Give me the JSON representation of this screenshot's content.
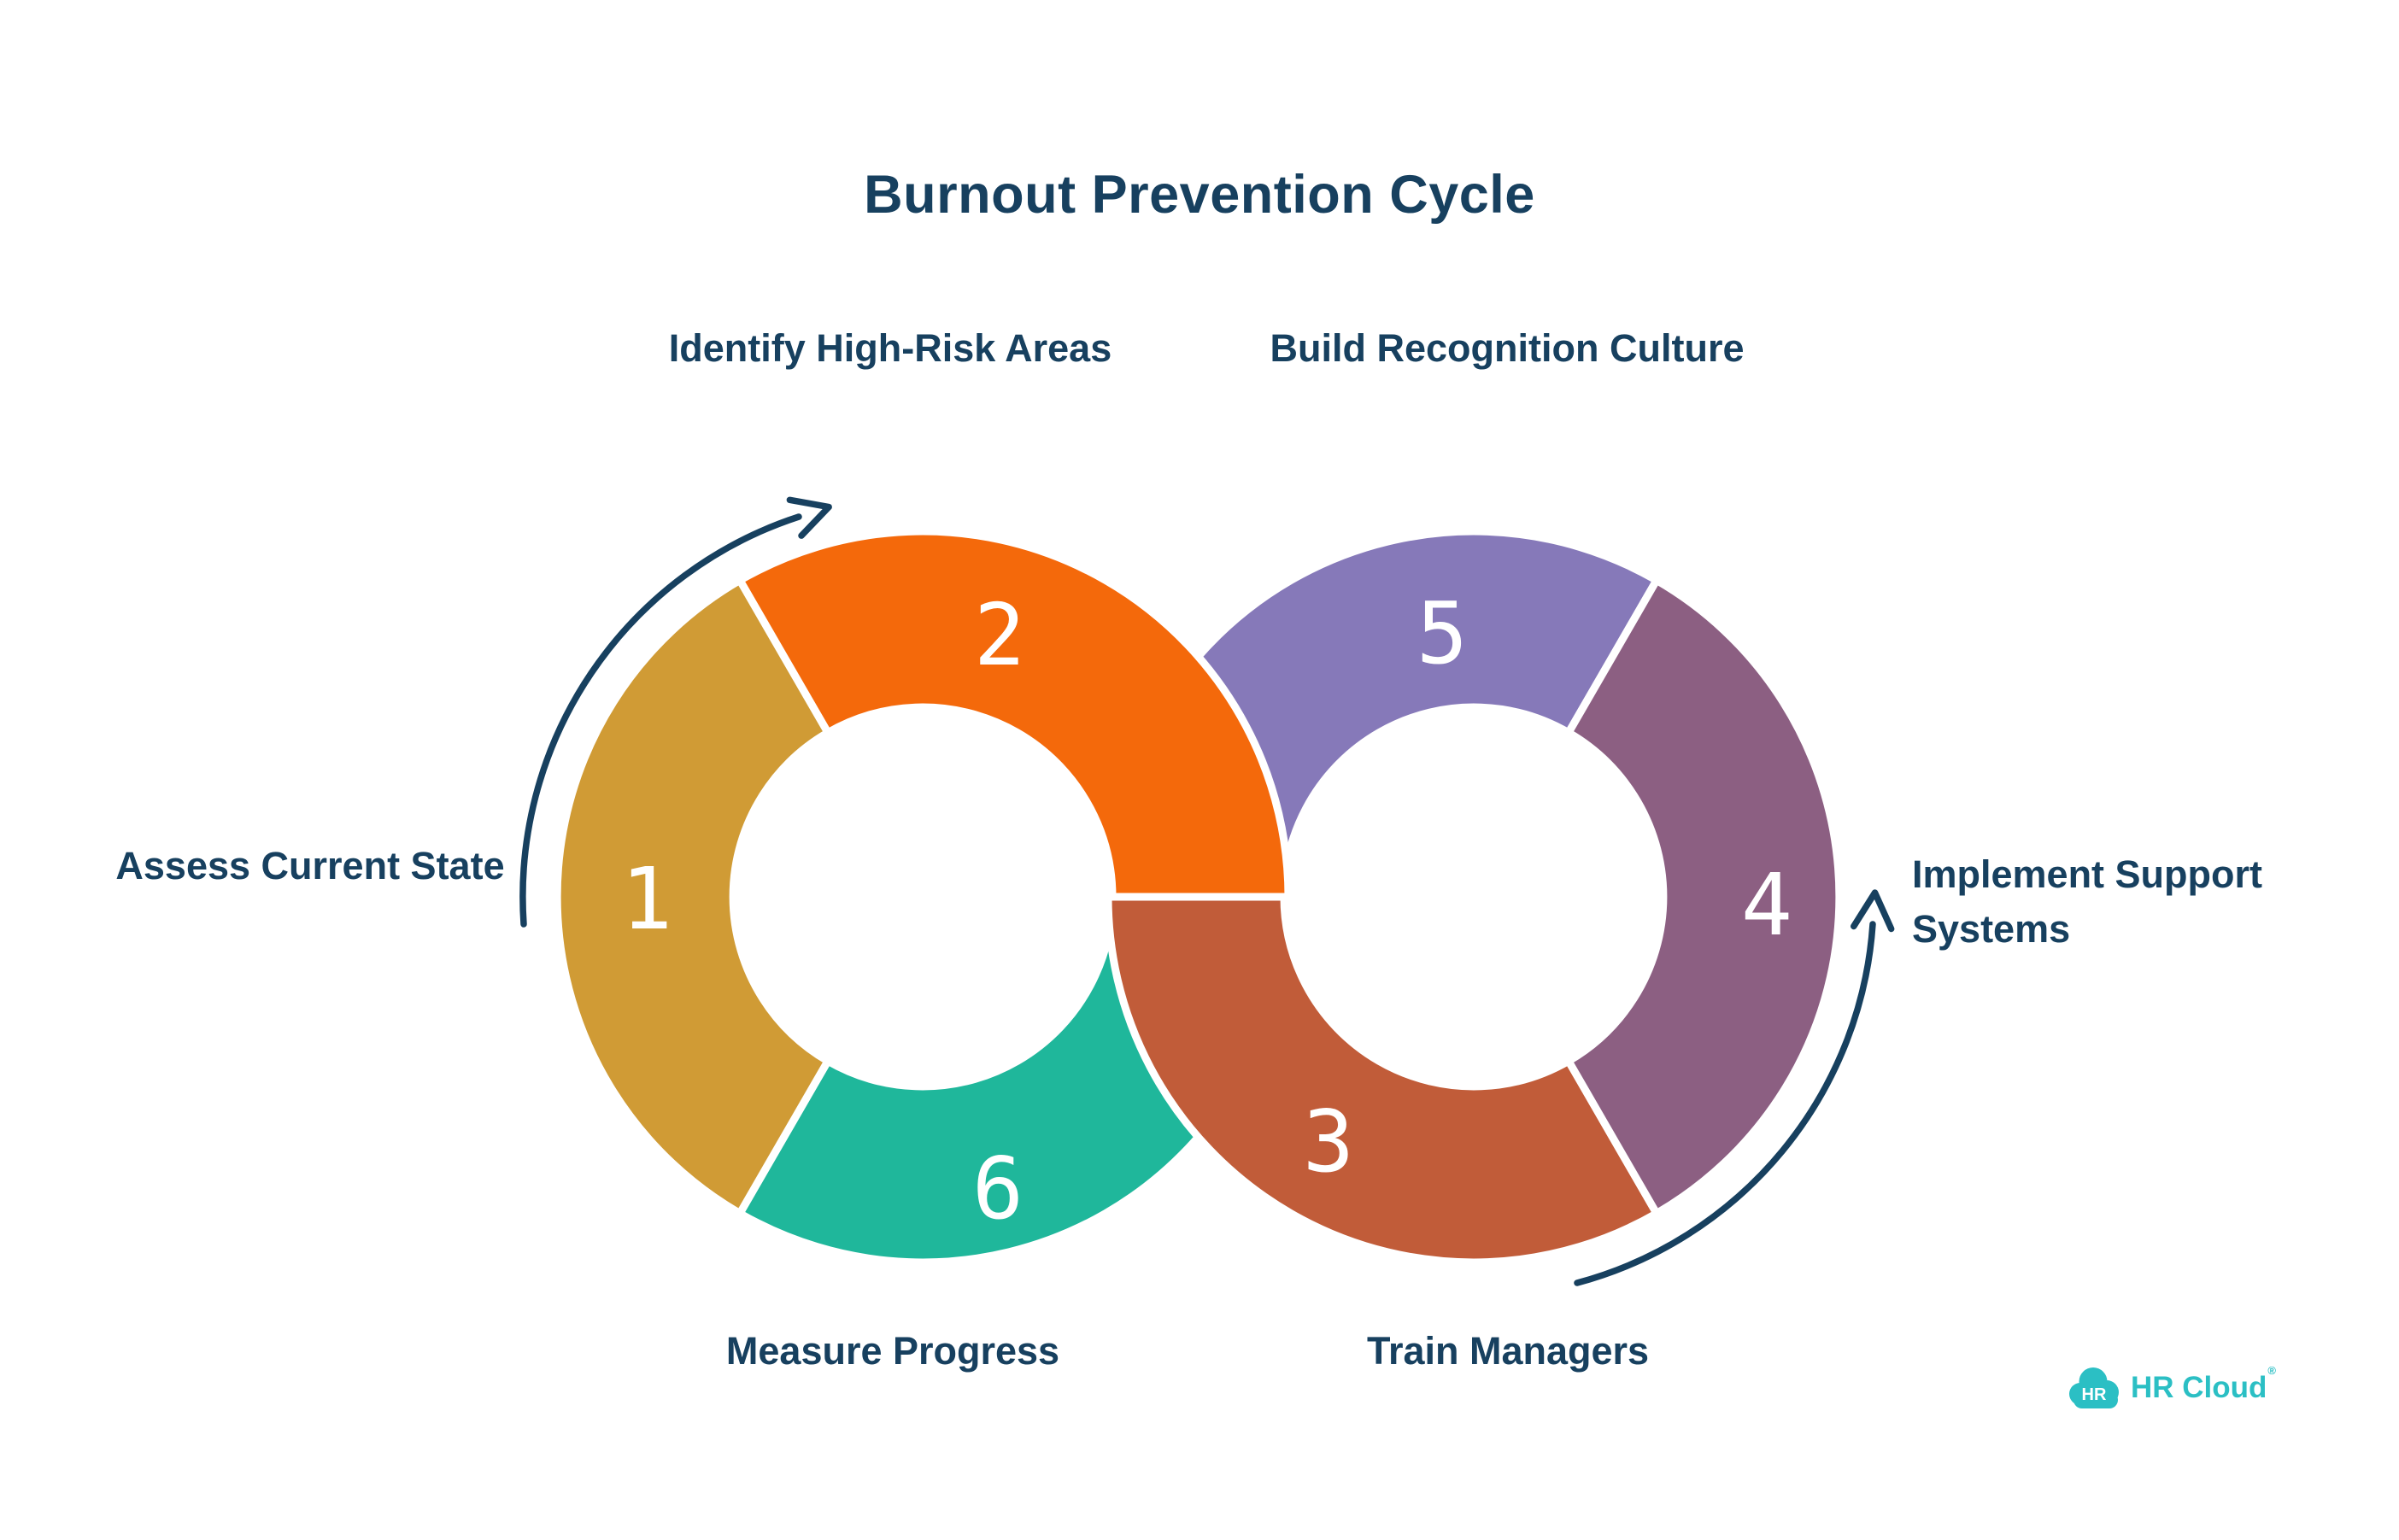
{
  "title": "Burnout Prevention Cycle",
  "colors": {
    "navy": "#17405F",
    "white_gap": "#ffffff",
    "logo_teal": "#2BBFC4"
  },
  "steps": [
    {
      "num": "1",
      "label": "Assess Current State",
      "color": "#D09B35"
    },
    {
      "num": "2",
      "label": "Identify High-Risk Areas",
      "color": "#F4690B"
    },
    {
      "num": "3",
      "label": "Train Managers",
      "color": "#C15C39"
    },
    {
      "num": "4",
      "label": "Implement Support Systems",
      "color": "#8C5F82"
    },
    {
      "num": "5",
      "label": "Build Recognition Culture",
      "color": "#8679B9"
    },
    {
      "num": "6",
      "label": "Measure Progress",
      "color": "#1FB79B"
    }
  ],
  "logo": {
    "badge": "HR",
    "name": "HR Cloud",
    "trademark": "®"
  }
}
